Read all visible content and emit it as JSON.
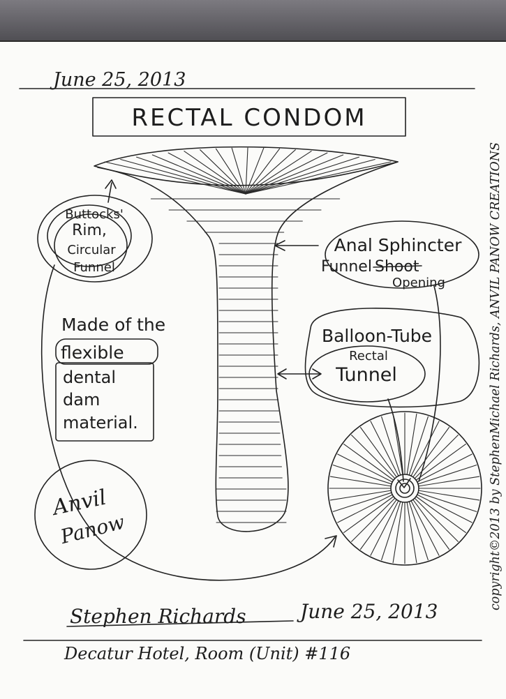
{
  "header": {
    "date": "June 25, 2013",
    "title": "RECTAL CONDOM"
  },
  "labels": {
    "rim_line1": "Buttocks'",
    "rim_line2": "Rim,",
    "rim_line3": "Circular",
    "rim_line4": "Funnel",
    "sphincter_line1": "Anal Sphincter",
    "sphincter_line2_a": "Funnel",
    "sphincter_line2_b": "Shoot",
    "sphincter_line3": "Opening",
    "balloon_line1": "Balloon-Tube",
    "balloon_line2": "Rectal",
    "balloon_line3": "Tunnel",
    "material_line1": "Made of the",
    "material_line2": "flexible",
    "material_line3": "dental",
    "material_line4": "dam",
    "material_line5": "material."
  },
  "signature": {
    "anvil_line1": "Anvil",
    "anvil_line2": "Panow",
    "name": "Stephen Richards",
    "date": "June 25, 2013"
  },
  "footer": {
    "location": "Decatur Hotel, Room (Unit) #116"
  },
  "copyright": {
    "text": "copyright©2013 by StephenMichael Richards, ANVIL PANOW CREATIONS"
  }
}
